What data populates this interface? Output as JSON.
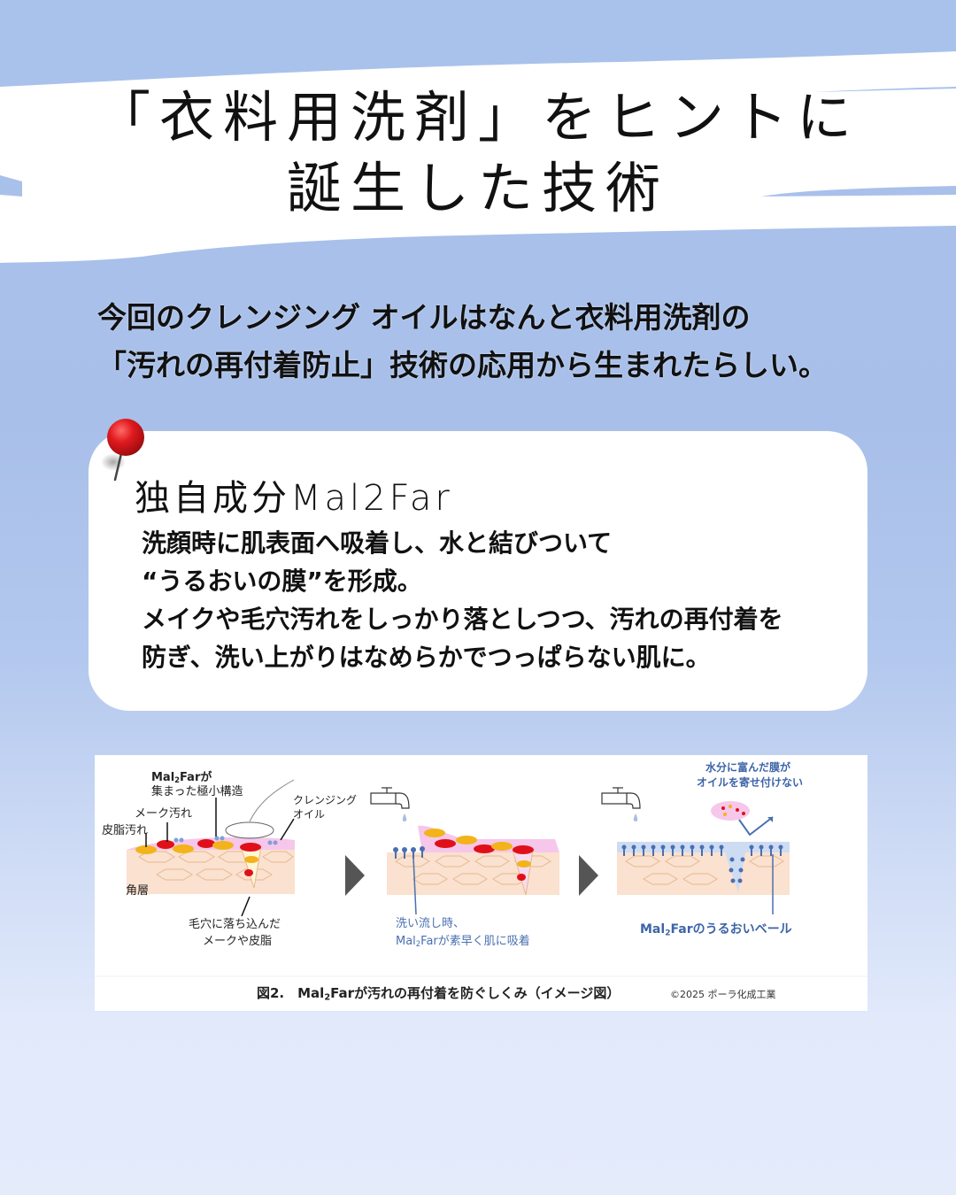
{
  "header": {
    "title_line1": "「衣料用洗剤」をヒントに",
    "title_line2": "誕生した技術"
  },
  "intro": {
    "line1": "今回のクレンジング オイルはなんと衣料用洗剤の",
    "line2": "「汚れの再付着防止」技術の応用から生まれたらしい。"
  },
  "card": {
    "heading": "独自成分Mal2Far",
    "lines": [
      "洗顔時に肌表面へ吸着し、水と結びついて",
      "“うるおいの膜”を形成。",
      "メイクや毛穴汚れをしっかり落としつつ、汚れの再付着を",
      "防ぎ、洗い上がりはなめらかでつっぱらない肌に。"
    ],
    "pin_icon": "red-pushpin-icon"
  },
  "figure": {
    "panel1": {
      "label_mal2far_1": "Mal",
      "label_mal2far_sub": "2",
      "label_mal2far_2": "Farが",
      "label_structure": "集まった極小構造",
      "label_makeup": "メーク汚れ",
      "label_sebum": "皮脂汚れ",
      "label_oil_1": "クレンジング",
      "label_oil_2": "オイル",
      "label_stratum": "角層",
      "label_pore_1": "毛穴に落ち込んだ",
      "label_pore_2": "メークや皮脂"
    },
    "panel2": {
      "label_rinse_1": "洗い流し時、",
      "label_rinse_2a": "Mal",
      "label_rinse_2sub": "2",
      "label_rinse_2b": "Farが素早く肌に吸着"
    },
    "panel3": {
      "label_top_1": "水分に富んだ膜が",
      "label_top_2": "オイルを寄せ付けない",
      "label_veil_a": "Mal",
      "label_veil_sub": "2",
      "label_veil_b": "Farのうるおいベール"
    },
    "caption_a": "図2.　Mal",
    "caption_sub": "2",
    "caption_b": "Farが汚れの再付着を防ぐしくみ（イメージ図）",
    "copyright": "©2025 ポーラ化成工業",
    "colors": {
      "skin": "#fbe1cf",
      "oil_layer": "#f6c7ea",
      "makeup_red": "#e0101a",
      "sebum_yellow": "#f3b31a",
      "mal2far_blue": "#4a6fb0",
      "arrow_gray": "#555555"
    }
  },
  "colors": {
    "background_top": "#a9c2ec",
    "background_bottom": "#e4ebfb",
    "card": "#ffffff",
    "text": "#111111"
  }
}
